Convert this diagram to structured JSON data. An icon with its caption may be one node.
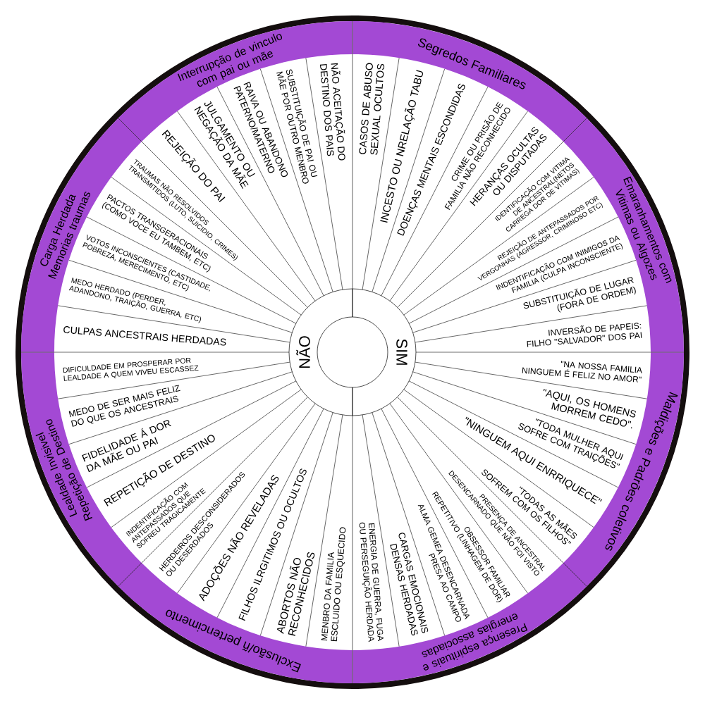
{
  "diagram": {
    "nodes": [
      {
        "text": [
          "Interrupção de vinculo com pai ou mãe"
        ]
      },
      {
        "text": [
          "Segredos Familiares"
        ]
      },
      {
        "text": [
          "Emaranhamentos com Vitimas ou Algozes"
        ]
      },
      {
        "text": [
          "Maldições e Padrões coletivos"
        ]
      },
      {
        "text": [
          "Presença espirituais e energias associadas"
        ]
      },
      {
        "text": [
          "Exclusão/ñ pertencimento"
        ]
      },
      {
        "text": [
          "Lealdade Invisivel Repetição de Destino"
        ]
      },
      {
        "text": [
          "Carga Herdada Memorias traumas"
        ]
      },
      {
        "text": [
          "REJEIÇÃO DO PAI"
        ]
      },
      {
        "text": [
          "JULGAMENTO OU NEGAÇÃO DA MÃE"
        ]
      },
      {
        "text": [
          "RAIVA OU ABANDONO PATERNO/MATERNO"
        ]
      },
      {
        "text": [
          "SUBSTITUIÇÃO DE PAI OU MÃE POR OUTRO MENBRO"
        ]
      },
      {
        "text": [
          "NÃO ACEITAÇÃO DO DESTINO DOS PAIS"
        ]
      },
      {
        "text": [
          "CASOS DE ABUSO SEXUAL OCULTOS"
        ]
      },
      {
        "text": [
          "INCESTO OU NRELAÇÃO TABU"
        ]
      },
      {
        "text": [
          "DOENÇAS MENTAIS ESCONDIDAS"
        ]
      },
      {
        "text": [
          "CRIME OU PRISÃO DE FAMILIA NÃO RECONHECIDO"
        ]
      },
      {
        "text": [
          "HERANÇAS OCULTAS OU DISPUTADAS"
        ]
      },
      {
        "text": [
          "IDENTIFICAÇÃO COM VITIMA DE ANCESTRAL(NETOS CARREGA DOR DE VITIMAS)"
        ]
      },
      {
        "text": [
          "REJEIÇÃO DE ANTEPASSADOS POR VERGONHAS (AGRESSOR, CRIMINOSO ETC)"
        ]
      },
      {
        "text": [
          "INDENTIFICAÇÃO COM INIMIGOS DA FAMILIA (CULPA INCONSCIENTE)"
        ]
      },
      {
        "text": [
          "SUBSTITUIÇÃO DE LUGAR (FORA DE ORDEM)"
        ]
      },
      {
        "text": [
          "INVERSÃO DE PAPEIS: FILHO \"SALVADOR\" DOS PAI"
        ]
      },
      {
        "text": [
          "\"NA NOSSA FAMILIA NINGUEM É FELIZ NO AMOR\""
        ]
      },
      {
        "text": [
          "\"AQUI, OS HOMENS MORREM CEDO\"."
        ]
      },
      {
        "text": [
          "\"TODA MULHER AQUI SOFRE COM TRAIÇÕES\""
        ]
      },
      {
        "text": [
          "\"NINGUEM AQUI ENRRIQUECE\""
        ]
      },
      {
        "text": [
          "\"TODAS AS MÃES SOFREM COM OS FILHOS\""
        ]
      },
      {
        "text": [
          "PRESENÇA DE ANCESTRAL DESENCARNADO QUE NÃO FOI VISTO"
        ]
      },
      {
        "text": [
          "OBSESSOR FAMILIAR REPETITIVO (LINHAGEM DE DOR)"
        ]
      },
      {
        "text": [
          "ALMA GEMEA DESENCARNADA PRESA AO CAMPO"
        ]
      },
      {
        "text": [
          "CARGAS EMOCIONAIS DENSAS HERDADAS"
        ]
      },
      {
        "text": [
          "ENERGIA DE GUERRA, FUGA OU PERSEGUIÇÃO HERDADA"
        ]
      },
      {
        "text": [
          "MENBRO DA FAMILIA ESCLUIDO OU ESQUECIDO"
        ]
      },
      {
        "text": [
          "ABORTOS NÃO RECONHECIDOS"
        ]
      },
      {
        "text": [
          "FILHOS ILRGITIMOS OU OCULTOS"
        ]
      },
      {
        "text": [
          "ADOÇÕES NÃO REVELADAS"
        ]
      },
      {
        "text": [
          "HERDEIROS DESCONSIDERADOS OU DESERDADOS"
        ]
      },
      {
        "text": [
          "INDENTIFICAÇÃO COM ANTEPASSADOS QUE SOFREU TRAGICAMENTE"
        ]
      },
      {
        "text": [
          "REPETIÇÃO DE DESTINO"
        ]
      },
      {
        "text": [
          "FIDELIDADE Á DOR DA MÃE OU PAI"
        ]
      },
      {
        "text": [
          "MEDO DE SER MAIS FELIZ DO QUE OS ANCESTRAIS"
        ]
      },
      {
        "text": [
          "DIFICULDADE EM PROSPERAR POR LEALDADE A QUEM VIVEU ESCASSEZ"
        ]
      },
      {
        "text": [
          "CULPAS ANCESTRAIS HERDADAS"
        ]
      },
      {
        "text": [
          "MEDO HERDADO (PERDER, ADANDONO, TRAIÇÃO, GUERRA, ETC)"
        ]
      },
      {
        "text": [
          "VOTOS INCONSCIENTES (CASTIDADE, POBREZA, MERECIMENTO, ETC)"
        ]
      },
      {
        "text": [
          "PACTOS TRANSGERACIONAIS (COMO VOCE EU TAMBEM, ETC)"
        ]
      },
      {
        "text": [
          "TRAUMAS NÃO RESOLVIDOS TRANSMITIDOS (LUTO, SUICIDIO, CRIMES)"
        ]
      },
      {
        "text": [
          "NÃO"
        ]
      },
      {
        "text": [
          "SIM"
        ]
      }
    ]
  }
}
